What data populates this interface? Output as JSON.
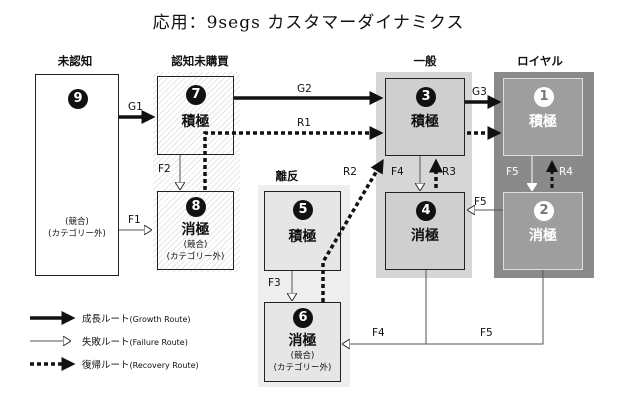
{
  "title": "応用：9segs カスタマーダイナミクス",
  "headers": {
    "unaware": "未認知",
    "aware": "認知未購買",
    "churn": "離反",
    "general": "一般",
    "loyal": "ロイヤル"
  },
  "nodes": {
    "n9": {
      "num": "9",
      "sub1": "(競合)",
      "sub2": "(カテゴリー外)"
    },
    "n7": {
      "num": "7",
      "label": "積極"
    },
    "n8": {
      "num": "8",
      "label": "消極",
      "sub1": "(競合)",
      "sub2": "(カテゴリー外)"
    },
    "n5": {
      "num": "5",
      "label": "積極"
    },
    "n6": {
      "num": "6",
      "label": "消極",
      "sub1": "(競合)",
      "sub2": "(カテゴリー外)"
    },
    "n3": {
      "num": "3",
      "label": "積極"
    },
    "n4": {
      "num": "4",
      "label": "消極"
    },
    "n1": {
      "num": "1",
      "label": "積極"
    },
    "n2": {
      "num": "2",
      "label": "消極"
    }
  },
  "edges": {
    "G1": "G1",
    "G2": "G2",
    "G3": "G3",
    "R1": "R1",
    "R2": "R2",
    "R3": "R3",
    "R4": "R4",
    "F1": "F1",
    "F2": "F2",
    "F3": "F3",
    "F4a": "F4",
    "F4b": "F4",
    "F5a": "F5",
    "F5b": "F5",
    "F5c": "F5"
  },
  "legend": {
    "growth": {
      "ja": "成長ルート",
      "en": "(Growth Route)"
    },
    "failure": {
      "ja": "失敗ルート",
      "en": "(Failure Route)"
    },
    "recovery": {
      "ja": "復帰ルート",
      "en": "(Recovery Route)"
    }
  },
  "colors": {
    "panel_general": "#d6d6d6",
    "panel_loyal": "#8a8a8a",
    "box_loyal": "#9e9e9e",
    "box_general": "#cfcfcf",
    "panel_churn": "#eeeeee"
  }
}
